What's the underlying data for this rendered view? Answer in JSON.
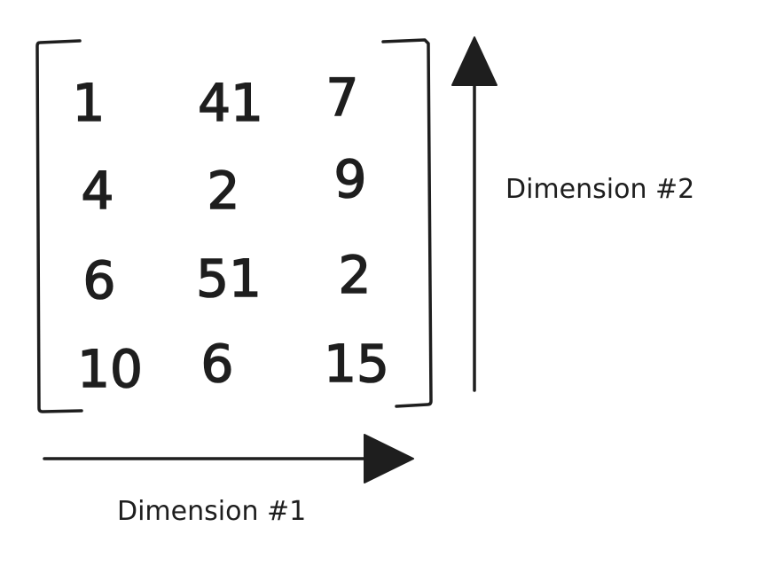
{
  "matrix": {
    "rows": [
      [
        "1",
        "41",
        "7"
      ],
      [
        "4",
        "2",
        "9"
      ],
      [
        "6",
        "51",
        "2"
      ],
      [
        "10",
        "6",
        "15"
      ]
    ]
  },
  "dimension_1": {
    "label": "Dimension #1"
  },
  "dimension_2": {
    "label": "Dimension #2"
  }
}
